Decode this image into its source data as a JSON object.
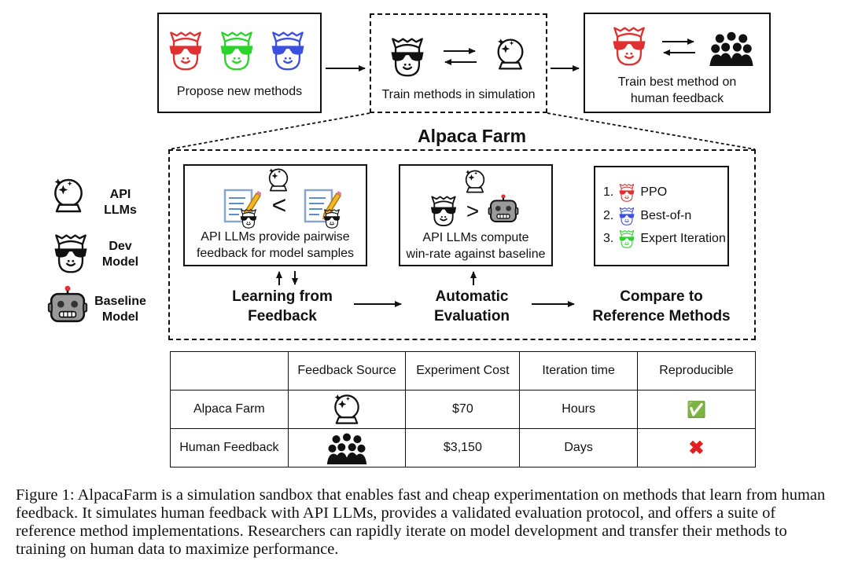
{
  "top": {
    "propose_label": "Propose new methods",
    "simulate_label": "Train methods in simulation",
    "train_label_1": "Train best method on",
    "train_label_2": "human feedback"
  },
  "farm": {
    "title": "Alpaca Farm",
    "box1_line1": "API LLMs provide pairwise",
    "box1_line2": "feedback for model samples",
    "box2_line1": "API LLMs compute",
    "box2_line2": "win-rate against baseline",
    "compare_sign": "<",
    "greater_sign": ">",
    "stage1_line1": "Learning from",
    "stage1_line2": "Feedback",
    "stage2_line1": "Automatic",
    "stage2_line2": "Evaluation",
    "stage3_line1": "Compare to",
    "stage3_line2": "Reference Methods",
    "methods": [
      {
        "num": "1.",
        "name": "PPO",
        "color": "#e03030"
      },
      {
        "num": "2.",
        "name": "Best-of-n",
        "color": "#3b4fe0"
      },
      {
        "num": "3.",
        "name": "Expert Iteration",
        "color": "#2ad42a"
      }
    ]
  },
  "legend": {
    "api_1": "API",
    "api_2": "LLMs",
    "dev_1": "Dev",
    "dev_2": "Model",
    "base_1": "Baseline",
    "base_2": "Model"
  },
  "table": {
    "headers": [
      "",
      "Feedback Source",
      "Experiment Cost",
      "Iteration time",
      "Reproducible"
    ],
    "rows": [
      {
        "name": "Alpaca Farm",
        "cost": "$70",
        "time": "Hours",
        "repro": "✅"
      },
      {
        "name": "Human Feedback",
        "cost": "$3,150",
        "time": "Days",
        "repro": "✖"
      }
    ]
  },
  "caption": "Figure 1: AlpacaFarm is a simulation sandbox that enables fast and cheap experimentation on methods that learn from human feedback. It simulates human feedback with API LLMs, provides a validated evaluation protocol, and offers a suite of reference method implementations. Researchers can rapidly iterate on model development and transfer their methods to training on human data to maximize performance.",
  "colors": {
    "red": "#e03030",
    "green": "#2ad42a",
    "blue": "#3b4fe0",
    "check": "#2fb34a",
    "cross": "#e02020"
  }
}
